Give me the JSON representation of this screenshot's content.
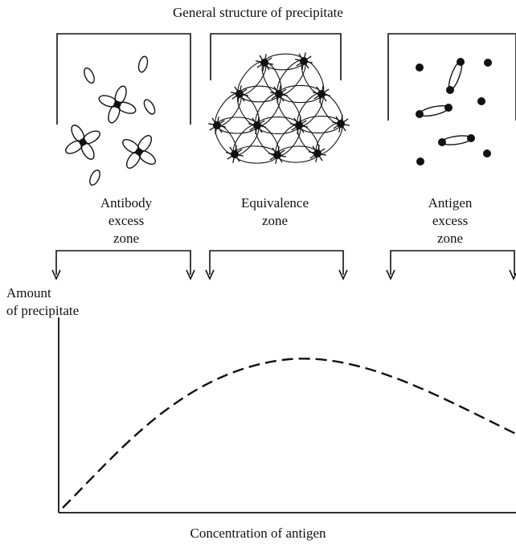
{
  "title": "General structure of precipitate",
  "zones": [
    {
      "id": "antibody",
      "label_lines": [
        "Antibody",
        "excess",
        "zone"
      ]
    },
    {
      "id": "equivalence",
      "label_lines": [
        "Equivalence",
        "zone"
      ]
    },
    {
      "id": "antigen",
      "label_lines": [
        "Antigen",
        "excess",
        "zone"
      ]
    }
  ],
  "axes": {
    "y_title_lines": [
      "Amount",
      "of precipitate"
    ],
    "x_title": "Concentration of antigen"
  },
  "curve": {
    "style": "dashed",
    "color": "#111111",
    "description_points": [
      [
        0.0,
        0.0
      ],
      [
        0.3,
        0.62
      ],
      [
        0.52,
        0.86
      ],
      [
        0.7,
        0.76
      ],
      [
        1.0,
        0.47
      ]
    ]
  },
  "colors": {
    "ink": "#111111",
    "background": "#ffffff"
  }
}
